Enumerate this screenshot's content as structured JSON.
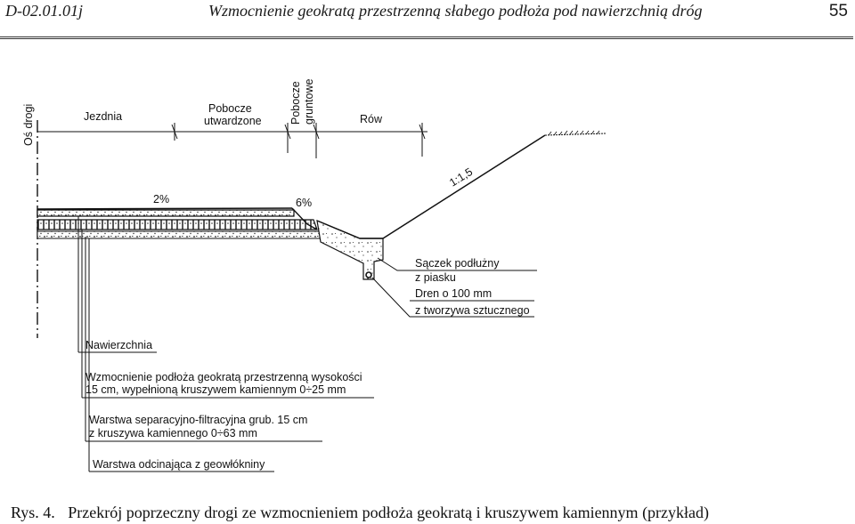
{
  "header": {
    "code": "D-02.01.01j",
    "title": "Wzmocnienie geokratą przestrzenną słabego podłoża pod nawierzchnią dróg",
    "page": "55"
  },
  "labels": {
    "axis": "Oś drogi",
    "carriageway": "Jezdnia",
    "paved_shoulder_1": "Pobocze",
    "paved_shoulder_2": "utwardzone",
    "soil_shoulder_1": "Pobocze",
    "soil_shoulder_2": "gruntowe",
    "ditch": "Rów",
    "slope_ratio": "1:1,5",
    "grade_carriageway": "2%",
    "grade_shoulder": "6%",
    "drain_1": "Sączek podłużny",
    "drain_2": "z piasku",
    "drain_3": "Dren o 100 mm",
    "drain_4": "z tworzywa sztucznego",
    "layer_surface": "Nawierzchnia",
    "layer_geocell_1": "Wzmocnienie podłoża geokratą przestrzenną wysokości",
    "layer_geocell_2": "15 cm, wypełnioną kruszywem kamiennym 0÷25 mm",
    "layer_separation_1": "Warstwa separacyjno-filtracyjna grub. 15 cm",
    "layer_separation_2": "z kruszywa kamiennego 0÷63 mm",
    "layer_geotextile": "Warstwa odcinająca z geowłókniny"
  },
  "caption": {
    "number": "Rys. 4.",
    "text": "Przekrój poprzeczny drogi ze wzmocnieniem podłoża geokratą i kruszywem kamiennym (przykład)"
  }
}
